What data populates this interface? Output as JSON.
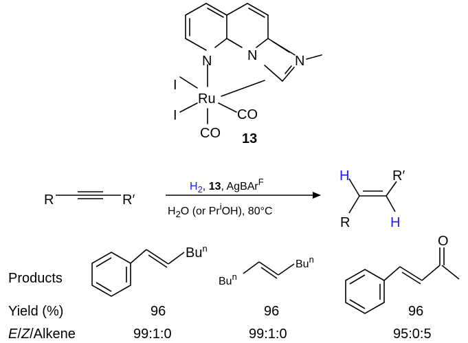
{
  "catalyst": {
    "atoms": {
      "n_pyridine": "N",
      "n_imidazole_1": "N",
      "n_imidazole_2": "N",
      "ru": "Ru",
      "iodide_1": "I",
      "iodide_2": "I",
      "co_1": "CO",
      "co_2": "CO"
    },
    "compound_number": "13"
  },
  "reaction": {
    "reactant_left": "R",
    "reactant_right": "R′",
    "reagents": {
      "h2": "H",
      "h2_sub": "2",
      "sep1": ", ",
      "catalyst_number": "13",
      "sep2": ", AgBAr",
      "agbar_sup": "F"
    },
    "conditions": {
      "solvent_a": "H",
      "solvent_a_sub": "2",
      "solvent_b": "O (or Pr",
      "solvent_b_sup": "i",
      "solvent_c": "OH), 80°C"
    },
    "product_labels": {
      "h_top": "H",
      "r_prime": "R′",
      "r": "R",
      "h_bottom": "H"
    }
  },
  "colors": {
    "hydrogen": "#1a1aff",
    "ink": "#000000"
  },
  "table": {
    "row_label": "Products",
    "products": [
      {
        "substituent_label": "Bu",
        "substituent_sup": "n"
      },
      {
        "left_label": "Bu",
        "left_sup": "n",
        "right_label": "Bu",
        "right_sup": "n"
      },
      {
        "oxygen_label": "O"
      }
    ],
    "yield_label": "Yield (%)",
    "yields": [
      "96",
      "96",
      "96"
    ],
    "ratio_label": {
      "e": "E",
      "slash1": "/",
      "z": "Z",
      "rest": "/Alkene"
    },
    "ratios": [
      "99:1:0",
      "99:1:0",
      "95:0:5"
    ]
  }
}
